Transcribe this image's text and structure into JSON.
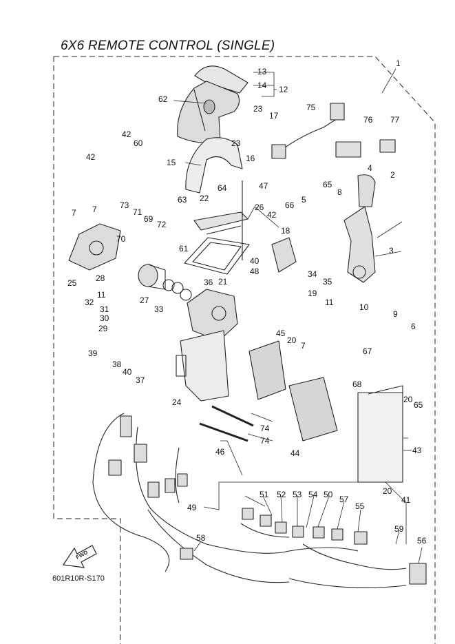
{
  "diagram": {
    "title": "6X6 REMOTE CONTROL (SINGLE)",
    "ref_code": "601R10R-S170",
    "fwd_label": "FWD",
    "callouts": [
      {
        "id": "c1",
        "label": "1"
      },
      {
        "id": "c2",
        "label": "2"
      },
      {
        "id": "c3",
        "label": "3"
      },
      {
        "id": "c4",
        "label": "4"
      },
      {
        "id": "c5",
        "label": "5"
      },
      {
        "id": "c6",
        "label": "6"
      },
      {
        "id": "c7a",
        "label": "7"
      },
      {
        "id": "c7b",
        "label": "7"
      },
      {
        "id": "c7c",
        "label": "7"
      },
      {
        "id": "c8",
        "label": "8"
      },
      {
        "id": "c9",
        "label": "9"
      },
      {
        "id": "c10",
        "label": "10"
      },
      {
        "id": "c11a",
        "label": "11"
      },
      {
        "id": "c11b",
        "label": "11"
      },
      {
        "id": "c12",
        "label": "12"
      },
      {
        "id": "c13",
        "label": "13"
      },
      {
        "id": "c14",
        "label": "14"
      },
      {
        "id": "c15",
        "label": "15"
      },
      {
        "id": "c16",
        "label": "16"
      },
      {
        "id": "c17",
        "label": "17"
      },
      {
        "id": "c18",
        "label": "18"
      },
      {
        "id": "c19",
        "label": "19"
      },
      {
        "id": "c20a",
        "label": "20"
      },
      {
        "id": "c20b",
        "label": "20"
      },
      {
        "id": "c20c",
        "label": "20"
      },
      {
        "id": "c21",
        "label": "21"
      },
      {
        "id": "c22",
        "label": "22"
      },
      {
        "id": "c23a",
        "label": "23"
      },
      {
        "id": "c23b",
        "label": "23"
      },
      {
        "id": "c24",
        "label": "24"
      },
      {
        "id": "c25",
        "label": "25"
      },
      {
        "id": "c26",
        "label": "26"
      },
      {
        "id": "c27",
        "label": "27"
      },
      {
        "id": "c28",
        "label": "28"
      },
      {
        "id": "c29",
        "label": "29"
      },
      {
        "id": "c30",
        "label": "30"
      },
      {
        "id": "c31",
        "label": "31"
      },
      {
        "id": "c32",
        "label": "32"
      },
      {
        "id": "c33",
        "label": "33"
      },
      {
        "id": "c34",
        "label": "34"
      },
      {
        "id": "c35",
        "label": "35"
      },
      {
        "id": "c36",
        "label": "36"
      },
      {
        "id": "c37",
        "label": "37"
      },
      {
        "id": "c38",
        "label": "38"
      },
      {
        "id": "c39",
        "label": "39"
      },
      {
        "id": "c40a",
        "label": "40"
      },
      {
        "id": "c40b",
        "label": "40"
      },
      {
        "id": "c41",
        "label": "41"
      },
      {
        "id": "c42a",
        "label": "42"
      },
      {
        "id": "c42b",
        "label": "42"
      },
      {
        "id": "c42c",
        "label": "42"
      },
      {
        "id": "c43",
        "label": "43"
      },
      {
        "id": "c44",
        "label": "44"
      },
      {
        "id": "c45",
        "label": "45"
      },
      {
        "id": "c46",
        "label": "46"
      },
      {
        "id": "c47",
        "label": "47"
      },
      {
        "id": "c48",
        "label": "48"
      },
      {
        "id": "c49",
        "label": "49"
      },
      {
        "id": "c50",
        "label": "50"
      },
      {
        "id": "c51",
        "label": "51"
      },
      {
        "id": "c52",
        "label": "52"
      },
      {
        "id": "c53",
        "label": "53"
      },
      {
        "id": "c54",
        "label": "54"
      },
      {
        "id": "c55",
        "label": "55"
      },
      {
        "id": "c56",
        "label": "56"
      },
      {
        "id": "c57",
        "label": "57"
      },
      {
        "id": "c58",
        "label": "58"
      },
      {
        "id": "c59",
        "label": "59"
      },
      {
        "id": "c60",
        "label": "60"
      },
      {
        "id": "c61",
        "label": "61"
      },
      {
        "id": "c62",
        "label": "62"
      },
      {
        "id": "c63",
        "label": "63"
      },
      {
        "id": "c64",
        "label": "64"
      },
      {
        "id": "c65a",
        "label": "65"
      },
      {
        "id": "c65b",
        "label": "65"
      },
      {
        "id": "c66",
        "label": "66"
      },
      {
        "id": "c67",
        "label": "67"
      },
      {
        "id": "c68",
        "label": "68"
      },
      {
        "id": "c69",
        "label": "69"
      },
      {
        "id": "c70",
        "label": "70"
      },
      {
        "id": "c71",
        "label": "71"
      },
      {
        "id": "c72",
        "label": "72"
      },
      {
        "id": "c73",
        "label": "73"
      },
      {
        "id": "c74a",
        "label": "74"
      },
      {
        "id": "c74b",
        "label": "74"
      },
      {
        "id": "c75",
        "label": "75"
      },
      {
        "id": "c76",
        "label": "76"
      },
      {
        "id": "c77",
        "label": "77"
      }
    ]
  }
}
